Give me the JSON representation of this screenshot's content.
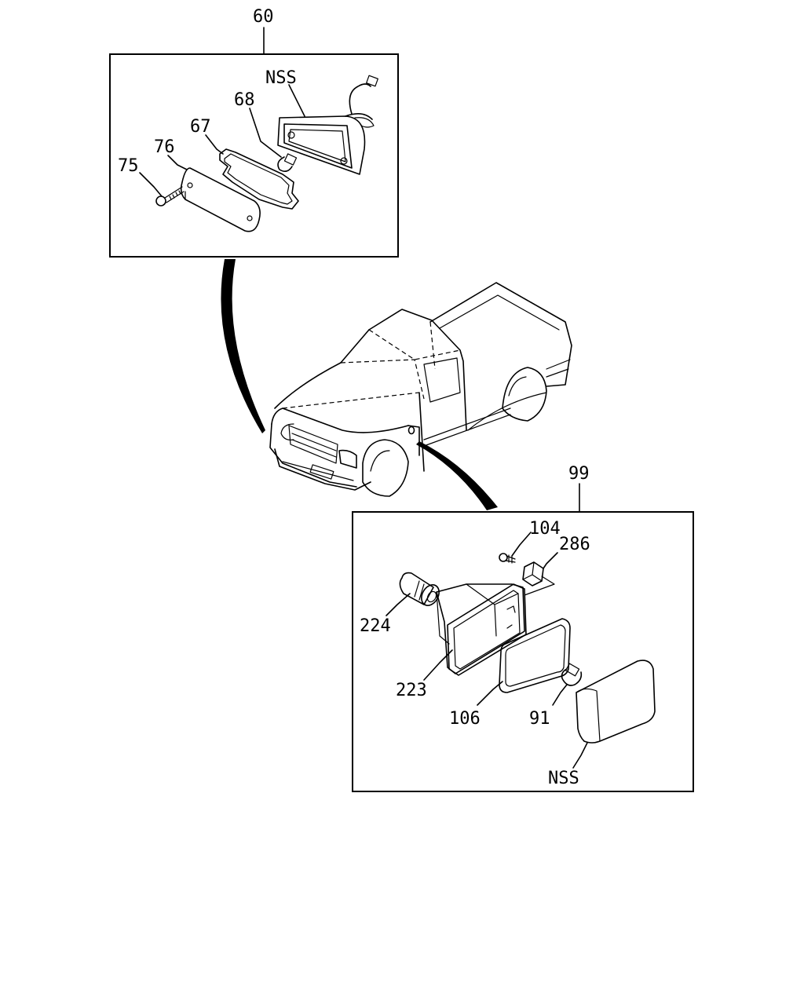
{
  "diagram": {
    "callouts": {
      "c60": "60",
      "c99": "99",
      "nss_top": "NSS",
      "c68": "68",
      "c67": "67",
      "c76": "76",
      "c75": "75",
      "c104": "104",
      "c286": "286",
      "c224": "224",
      "c223": "223",
      "c106": "106",
      "c91": "91",
      "nss_bottom": "NSS"
    },
    "icons": {
      "vehicle": "pickup-truck-icon",
      "side_lamp": "side-marker-lamp-icon",
      "turn_lamp": "front-turn-signal-lamp-icon"
    }
  }
}
